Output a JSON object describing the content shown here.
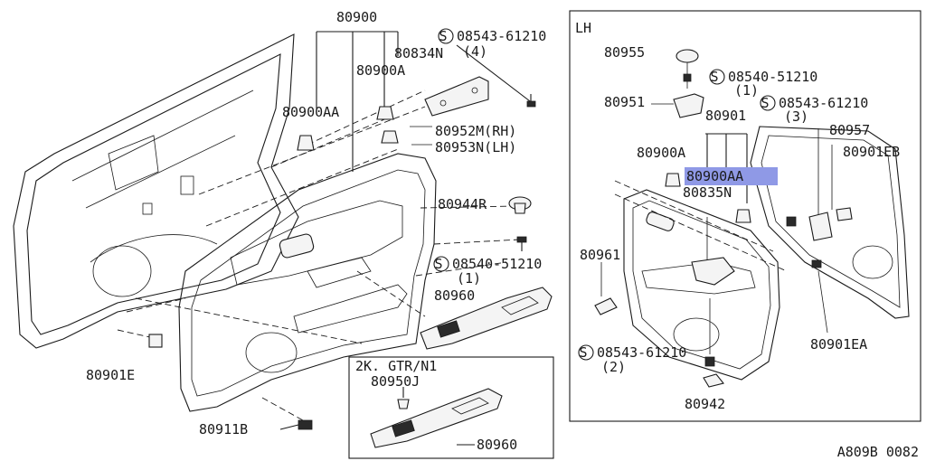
{
  "diagram": {
    "figure_code": "A809B 0082",
    "lh_box_title": "LH",
    "subbox_title": "2K. GTR/N1",
    "highlight_color": "#8f99e6",
    "main_labels": [
      {
        "id": "l1",
        "text": "80900"
      },
      {
        "id": "l2",
        "text": "80834N"
      },
      {
        "id": "l3",
        "text": "80900A"
      },
      {
        "id": "l4",
        "text": "80900AA"
      },
      {
        "id": "l5",
        "text": "08543-61210",
        "symbol": "S"
      },
      {
        "id": "l6",
        "text": "(4)"
      },
      {
        "id": "l7",
        "text": "80952M(RH)"
      },
      {
        "id": "l8",
        "text": "80953N(LH)"
      },
      {
        "id": "l9",
        "text": "80944R"
      },
      {
        "id": "l10",
        "text": "08540-51210",
        "symbol": "S"
      },
      {
        "id": "l11",
        "text": "(1)"
      },
      {
        "id": "l12",
        "text": "80960"
      },
      {
        "id": "l13",
        "text": "80901E"
      },
      {
        "id": "l14",
        "text": "80911B"
      },
      {
        "id": "l15",
        "text": "80950J"
      },
      {
        "id": "l16",
        "text": "80960"
      }
    ],
    "lh_labels": [
      {
        "id": "r1",
        "text": "80955"
      },
      {
        "id": "r2",
        "text": "08540-51210",
        "symbol": "S"
      },
      {
        "id": "r3",
        "text": "(1)"
      },
      {
        "id": "r4",
        "text": "80951"
      },
      {
        "id": "r5",
        "text": "08543-61210",
        "symbol": "S"
      },
      {
        "id": "r6",
        "text": "(3)"
      },
      {
        "id": "r7",
        "text": "80901"
      },
      {
        "id": "r8",
        "text": "80957"
      },
      {
        "id": "r9",
        "text": "80900A"
      },
      {
        "id": "r10",
        "text": "80901EB"
      },
      {
        "id": "r11",
        "text": "80900AA",
        "highlighted": true
      },
      {
        "id": "r12",
        "text": "80835N"
      },
      {
        "id": "r13",
        "text": "80961"
      },
      {
        "id": "r14",
        "text": "80901EA"
      },
      {
        "id": "r15",
        "text": "08543-61210",
        "symbol": "S"
      },
      {
        "id": "r16",
        "text": "(2)"
      },
      {
        "id": "r17",
        "text": "80942"
      }
    ]
  }
}
